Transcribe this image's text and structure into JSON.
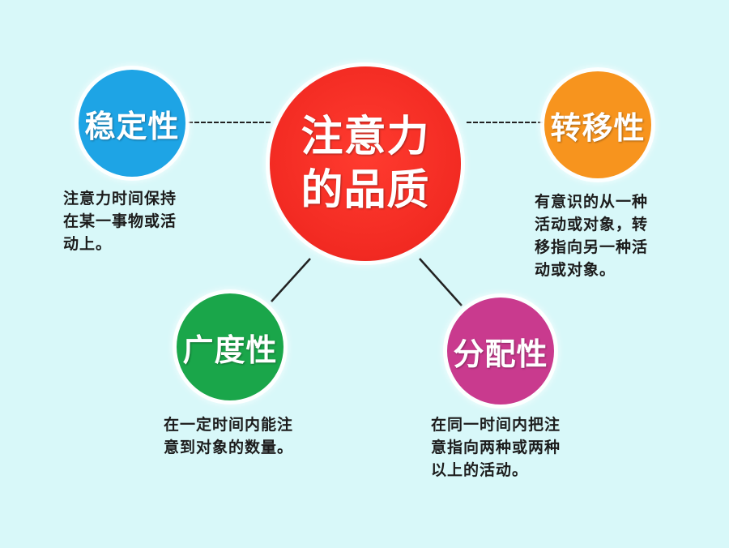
{
  "center": {
    "line1": "注意力",
    "line2": "的品质",
    "color": "#f22a22"
  },
  "nodes": [
    {
      "label": "稳定性",
      "color": "#1ea4e5",
      "desc": [
        "注意力时间保持",
        "在某一事物或活",
        "动上。"
      ]
    },
    {
      "label": "转移性",
      "color": "#f7941e",
      "desc": [
        "有意识的从一种",
        "活动或对象，转",
        "移指向另一种活",
        "动或对象。"
      ]
    },
    {
      "label": "广度性",
      "color": "#1aa64a",
      "desc": [
        "在一定时间内能注",
        "意到对象的数量。"
      ]
    },
    {
      "label": "分配性",
      "color": "#c93a8e",
      "desc": [
        "在同一时间内把注",
        "意指向两种或两种",
        "以上的活动。"
      ]
    }
  ],
  "background": "#d8f8f9"
}
